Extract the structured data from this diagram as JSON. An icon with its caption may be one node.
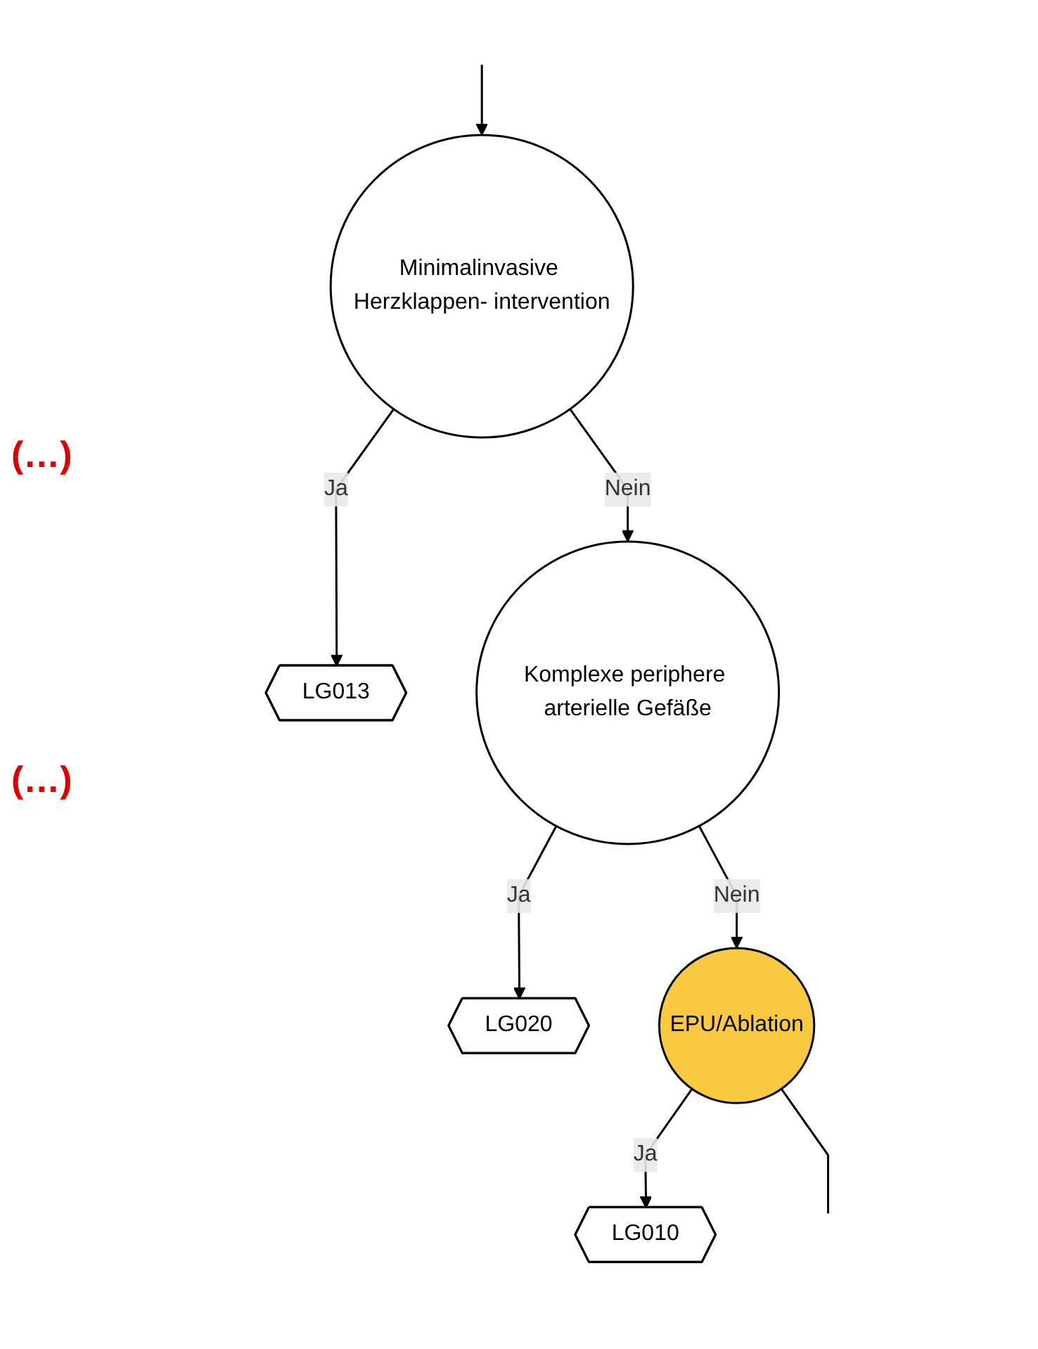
{
  "diagram": {
    "nodes": [
      {
        "text": [
          "Minimalinvasive Herzklappen- intervention"
        ]
      },
      {
        "text": [
          "LG013"
        ]
      },
      {
        "text": [
          "Komplexe periphere arterielle Gefäße"
        ]
      },
      {
        "text": [
          "LG020"
        ]
      },
      {
        "text": [
          "EPU/Ablation"
        ]
      },
      {
        "text": [
          "LG010"
        ]
      }
    ],
    "edges": [
      {
        "from": null,
        "to": 0,
        "arrow": "to"
      },
      {
        "from": 0,
        "to": 1,
        "arrow": "to",
        "label": "Ja"
      },
      {
        "from": 0,
        "to": 2,
        "arrow": "to",
        "label": "Nein"
      },
      {
        "from": 2,
        "to": 3,
        "arrow": "to",
        "label": "Ja"
      },
      {
        "from": 2,
        "to": 4,
        "arrow": "to",
        "label": "Nein"
      },
      {
        "from": 4,
        "to": 5,
        "arrow": "to",
        "label": "Ja"
      },
      {
        "from": 4,
        "to": null,
        "arrow": "none"
      }
    ],
    "labels": [
      "(…)",
      "(…)"
    ]
  }
}
